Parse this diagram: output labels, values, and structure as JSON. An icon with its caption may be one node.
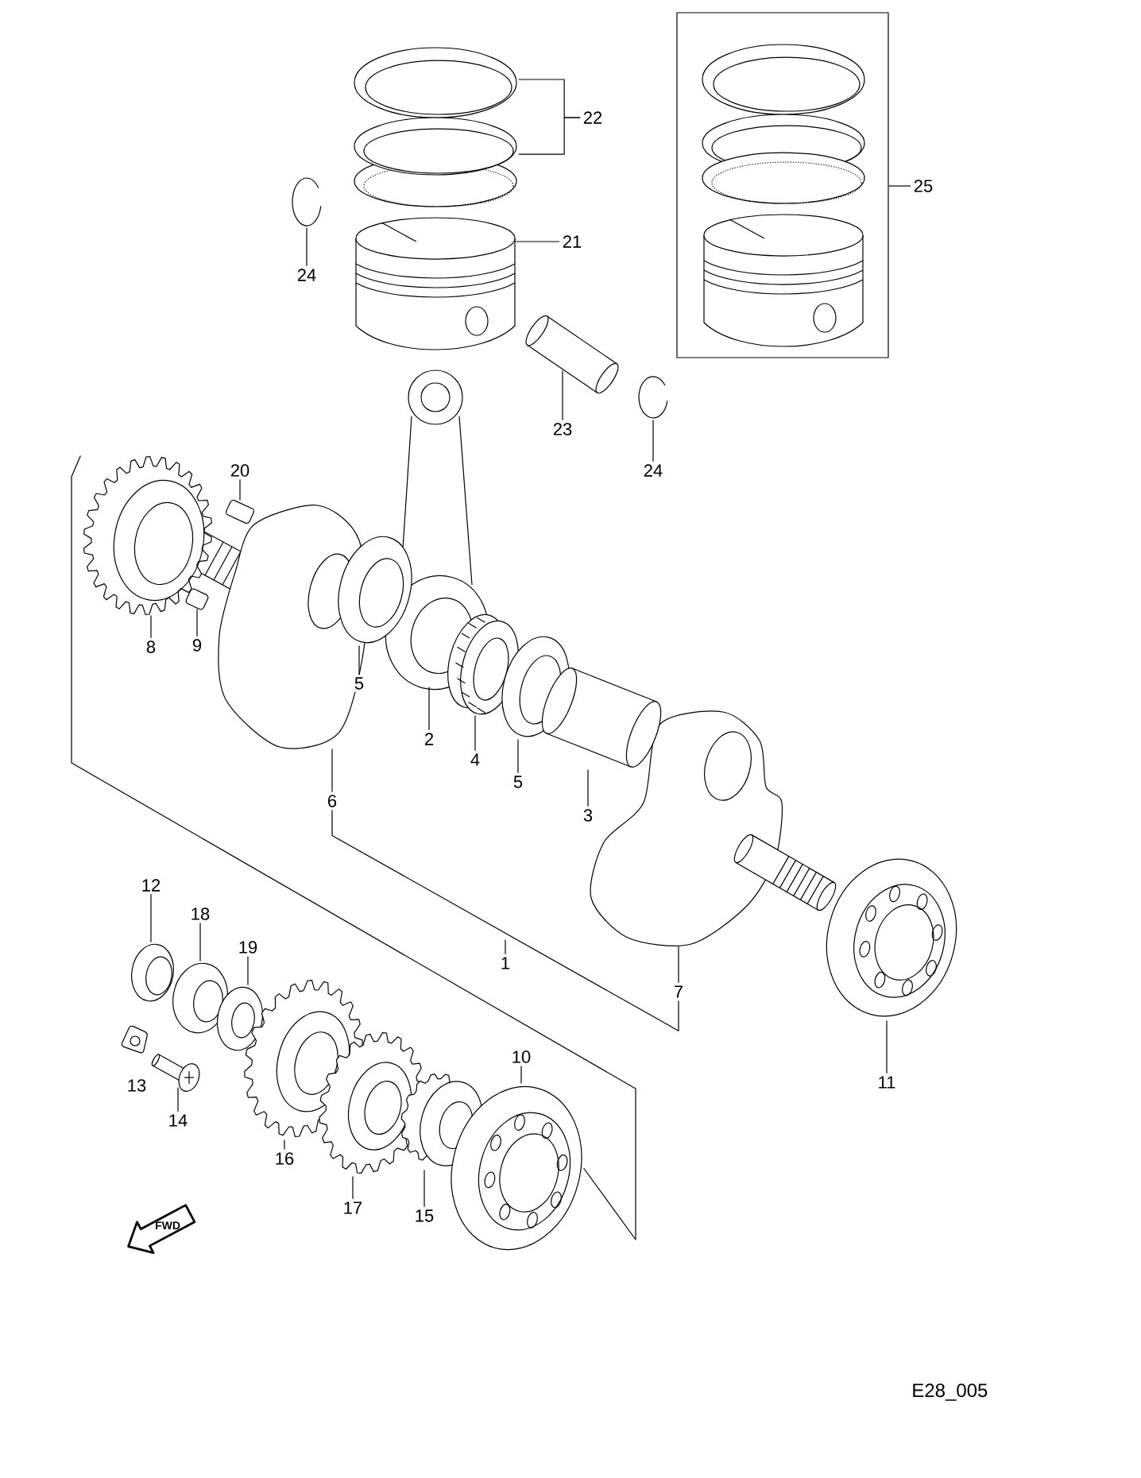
{
  "diagram": {
    "nodes": [
      {
        "text": [
          "22"
        ]
      },
      {
        "text": [],
        "shape": "picture"
      },
      {
        "text": [],
        "shape": "picture"
      },
      {
        "text": [
          "21"
        ]
      },
      {
        "text": [],
        "shape": "picture"
      },
      {
        "text": [
          "24"
        ]
      },
      {
        "text": [],
        "shape": "picture"
      },
      {
        "text": [],
        "shape": "box"
      },
      {
        "text": [],
        "shape": "picture",
        "in": 7
      },
      {
        "text": [
          "25"
        ]
      },
      {
        "text": [
          "23"
        ]
      },
      {
        "text": [],
        "shape": "picture"
      },
      {
        "text": [
          "24"
        ]
      },
      {
        "text": [],
        "shape": "picture"
      },
      {
        "text": [
          "20"
        ]
      },
      {
        "text": [],
        "shape": "picture"
      },
      {
        "text": [
          "8"
        ]
      },
      {
        "text": [],
        "shape": "picture"
      },
      {
        "text": [
          "9"
        ]
      },
      {
        "text": [],
        "shape": "picture"
      },
      {
        "text": [
          "5"
        ]
      },
      {
        "text": [],
        "shape": "picture"
      },
      {
        "text": [
          "2"
        ]
      },
      {
        "text": [],
        "shape": "picture"
      },
      {
        "text": [
          "4"
        ]
      },
      {
        "text": [],
        "shape": "picture"
      },
      {
        "text": [
          "5"
        ]
      },
      {
        "text": [],
        "shape": "picture"
      },
      {
        "text": [
          "3"
        ]
      },
      {
        "text": [],
        "shape": "picture"
      },
      {
        "text": [
          "6"
        ]
      },
      {
        "text": [],
        "shape": "picture"
      },
      {
        "text": [
          "7"
        ]
      },
      {
        "text": [],
        "shape": "picture"
      },
      {
        "text": [
          "1"
        ]
      },
      {
        "text": [
          "11"
        ]
      },
      {
        "text": [],
        "shape": "picture"
      },
      {
        "text": [
          "12"
        ]
      },
      {
        "text": [],
        "shape": "picture"
      },
      {
        "text": [
          "18"
        ]
      },
      {
        "text": [],
        "shape": "picture"
      },
      {
        "text": [
          "19"
        ]
      },
      {
        "text": [],
        "shape": "picture"
      },
      {
        "text": [
          "14"
        ]
      },
      {
        "text": [],
        "shape": "picture"
      },
      {
        "text": [
          "16"
        ]
      },
      {
        "text": [],
        "shape": "picture"
      },
      {
        "text": [
          "17"
        ]
      },
      {
        "text": [],
        "shape": "picture"
      },
      {
        "text": [
          "15"
        ]
      },
      {
        "text": [],
        "shape": "picture"
      },
      {
        "text": [
          "10"
        ]
      },
      {
        "text": [],
        "shape": "picture"
      }
    ],
    "edges": [
      {
        "from": 0,
        "to": 1,
        "arrow": "none"
      },
      {
        "from": 0,
        "to": 2,
        "arrow": "none"
      },
      {
        "from": 3,
        "to": 4,
        "arrow": "none"
      },
      {
        "from": 5,
        "to": 6,
        "arrow": "none"
      },
      {
        "from": 9,
        "to": 7,
        "arrow": "none"
      },
      {
        "from": 10,
        "to": 11,
        "arrow": "none"
      },
      {
        "from": 12,
        "to": 13,
        "arrow": "none"
      },
      {
        "from": 14,
        "to": 15,
        "arrow": "none"
      },
      {
        "from": 16,
        "to": 17,
        "arrow": "none"
      },
      {
        "from": 18,
        "to": 19,
        "arrow": "none"
      },
      {
        "from": 20,
        "to": 21,
        "arrow": "none"
      },
      {
        "from": 22,
        "to": 23,
        "arrow": "none"
      },
      {
        "from": 24,
        "to": 25,
        "arrow": "none"
      },
      {
        "from": 26,
        "to": 27,
        "arrow": "none"
      },
      {
        "from": 28,
        "to": 29,
        "arrow": "none"
      },
      {
        "from": 30,
        "to": 31,
        "arrow": "none"
      },
      {
        "from": 32,
        "to": 33,
        "arrow": "none"
      },
      {
        "from": 30,
        "to": 32,
        "arrow": "none"
      },
      {
        "from": 34,
        "to": null,
        "arrow": "none"
      },
      {
        "from": 35,
        "to": 36,
        "arrow": "none"
      },
      {
        "from": 37,
        "to": 38,
        "arrow": "none"
      },
      {
        "from": 39,
        "to": 40,
        "arrow": "none"
      },
      {
        "from": 41,
        "to": 42,
        "arrow": "none"
      },
      {
        "from": 43,
        "to": 44,
        "arrow": "none"
      },
      {
        "from": 45,
        "to": 46,
        "arrow": "none"
      },
      {
        "from": 47,
        "to": 48,
        "arrow": "none"
      },
      {
        "from": 49,
        "to": 50,
        "arrow": "none"
      },
      {
        "from": 51,
        "to": 52,
        "arrow": "none"
      },
      {
        "from": 17,
        "to": 52,
        "arrow": "none"
      }
    ],
    "labels": [
      "13",
      "FWD",
      "E28_005"
    ]
  }
}
